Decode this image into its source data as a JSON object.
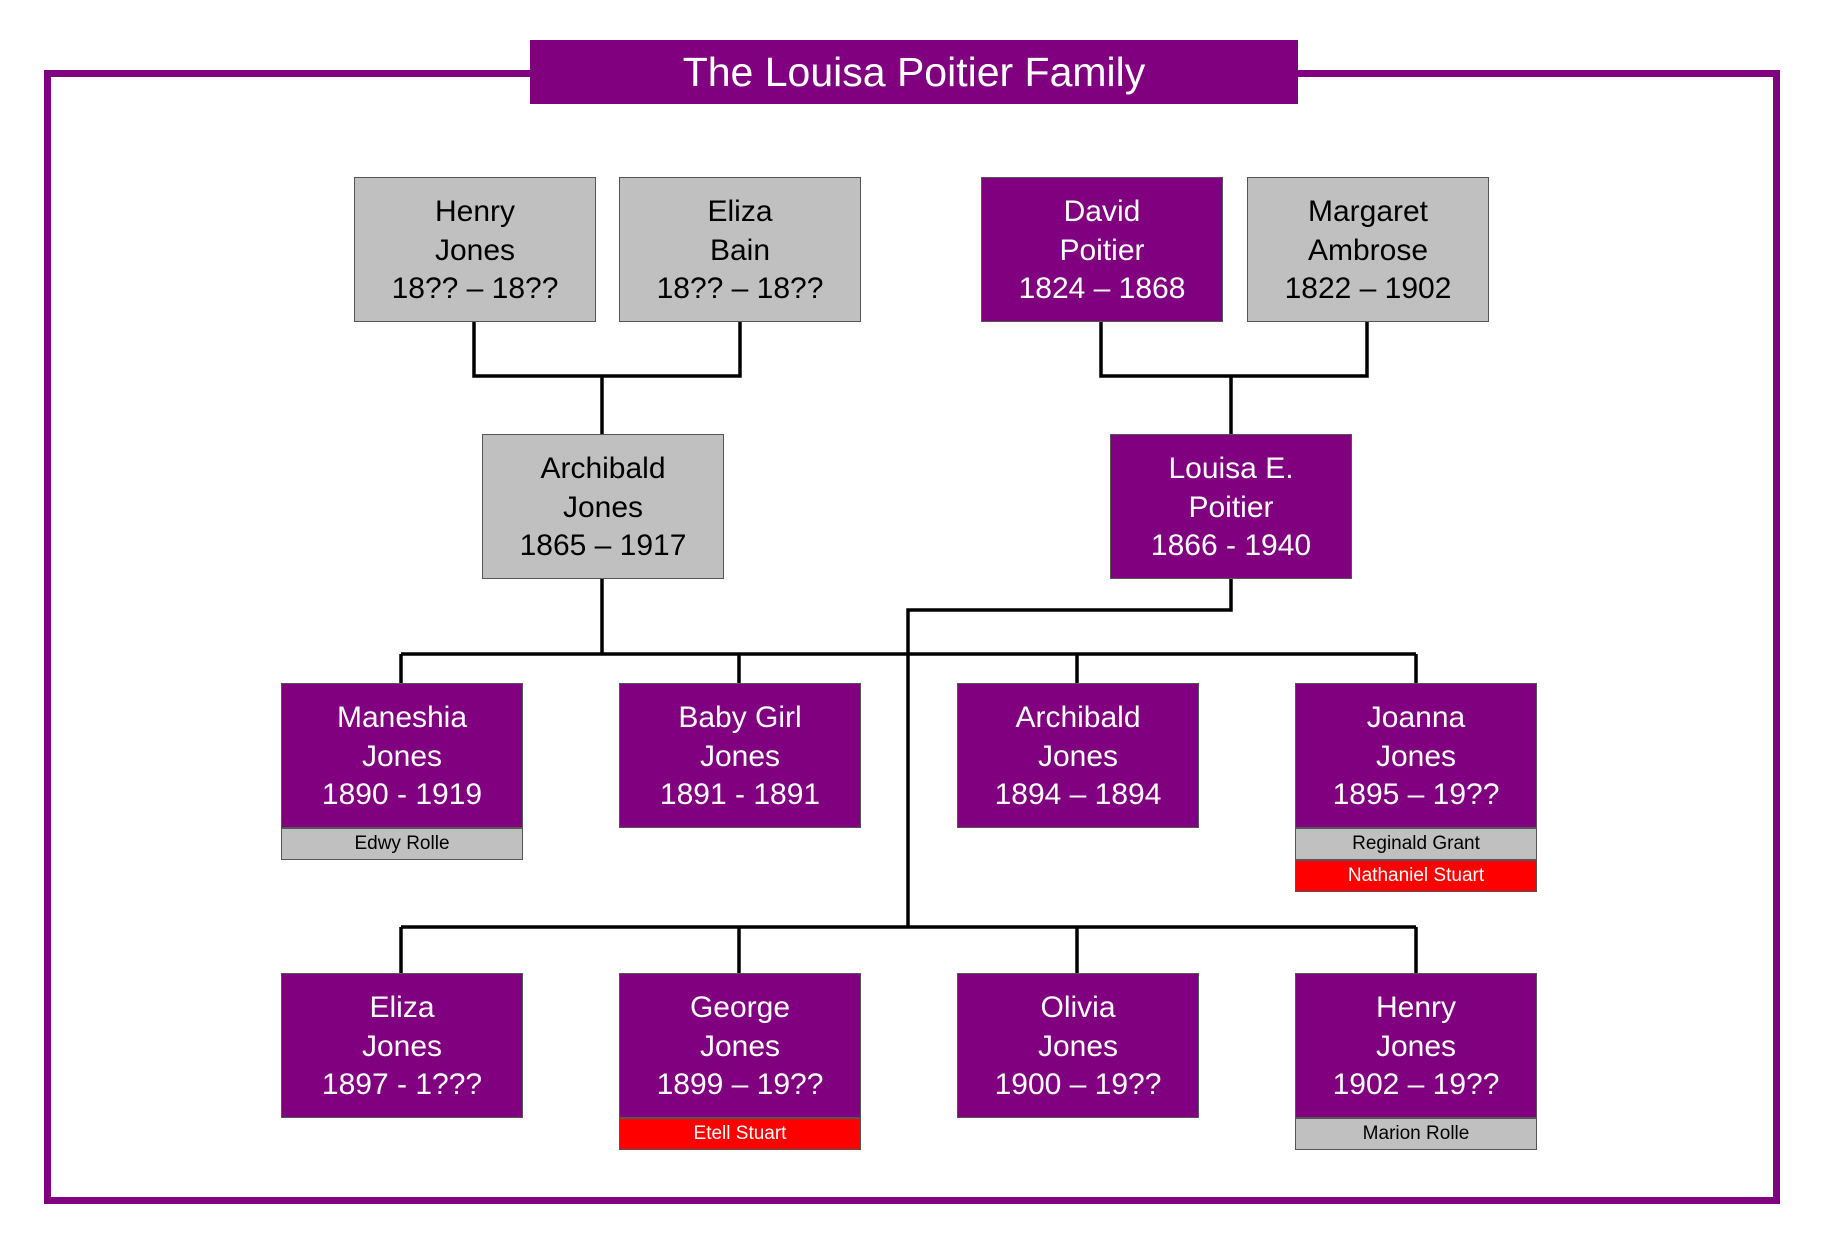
{
  "title": "The Louisa Poitier Family",
  "colors": {
    "purple": "#800080",
    "gray": "#c0c0c0",
    "red": "#ff0000"
  },
  "people": {
    "henry_sr": {
      "first": "Henry",
      "last": "Jones",
      "years": "18?? – 18??"
    },
    "eliza_bain": {
      "first": "Eliza",
      "last": "Bain",
      "years": "18?? – 18??"
    },
    "david": {
      "first": "David",
      "last": "Poitier",
      "years": "1824 – 1868"
    },
    "margaret": {
      "first": "Margaret",
      "last": "Ambrose",
      "years": "1822 – 1902"
    },
    "archibald_sr": {
      "first": "Archibald",
      "last": "Jones",
      "years": "1865 – 1917"
    },
    "louisa": {
      "first": "Louisa E.",
      "last": "Poitier",
      "years": "1866 - 1940"
    },
    "maneshia": {
      "first": "Maneshia",
      "last": "Jones",
      "years": "1890 - 1919"
    },
    "baby_girl": {
      "first": "Baby Girl",
      "last": "Jones",
      "years": "1891 - 1891"
    },
    "archibald_jr": {
      "first": "Archibald",
      "last": "Jones",
      "years": "1894 – 1894"
    },
    "joanna": {
      "first": "Joanna",
      "last": "Jones",
      "years": "1895 – 19??"
    },
    "eliza_jones": {
      "first": "Eliza",
      "last": "Jones",
      "years": "1897 - 1???"
    },
    "george": {
      "first": "George",
      "last": "Jones",
      "years": "1899 – 19??"
    },
    "olivia": {
      "first": "Olivia",
      "last": "Jones",
      "years": "1900 – 19??"
    },
    "henry_jr": {
      "first": "Henry",
      "last": "Jones",
      "years": "1902 – 19??"
    }
  },
  "spouses": {
    "maneshia_1": "Edwy Rolle",
    "joanna_1": "Reginald Grant",
    "joanna_2": "Nathaniel Stuart",
    "george_1": "Etell Stuart",
    "henry_jr_1": "Marion Rolle"
  }
}
